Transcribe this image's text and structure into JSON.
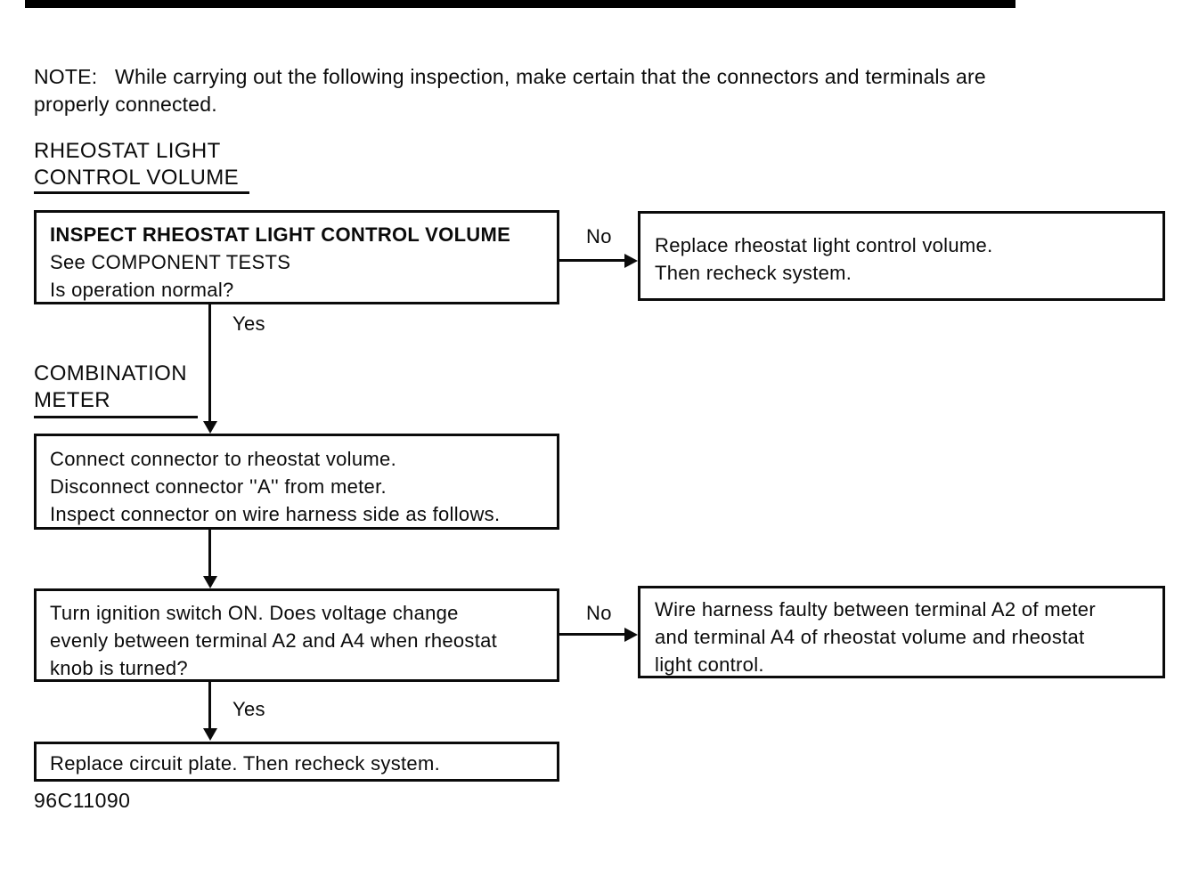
{
  "colors": {
    "ink": "#0b0b0b",
    "paper": "#ffffff"
  },
  "note": {
    "line1": "NOTE:   While carrying out the following inspection, make certain that the connectors and terminals are",
    "line2": "properly connected."
  },
  "headings": {
    "rheostat": {
      "line1": "RHEOSTAT LIGHT",
      "line2": "CONTROL VOLUME"
    },
    "combination": {
      "line1": "COMBINATION",
      "line2": "METER"
    }
  },
  "flow": {
    "box_inspect": {
      "title": "INSPECT RHEOSTAT LIGHT CONTROL VOLUME",
      "lines": [
        "See COMPONENT TESTS",
        "Is operation normal?"
      ]
    },
    "box_replace_volume": {
      "lines": [
        "Replace rheostat light control volume.",
        "Then recheck system."
      ]
    },
    "box_connect": {
      "lines": [
        "Connect connector to rheostat volume.",
        "Disconnect connector ''A'' from meter.",
        "Inspect connector on wire harness side as follows."
      ]
    },
    "box_ignition": {
      "lines": [
        "Turn ignition switch ON. Does voltage change",
        "evenly between terminal A2 and A4 when rheostat",
        "knob is turned?"
      ]
    },
    "box_wire_harness": {
      "lines": [
        "Wire harness faulty between terminal A2 of meter",
        "and terminal A4 of rheostat volume and rheostat",
        "light control."
      ]
    },
    "box_replace_plate": {
      "lines": [
        "Replace circuit plate. Then recheck system."
      ]
    },
    "labels": {
      "no1": "No",
      "yes1": "Yes",
      "no2": "No",
      "yes2": "Yes"
    }
  },
  "figure_code": "96C11090"
}
